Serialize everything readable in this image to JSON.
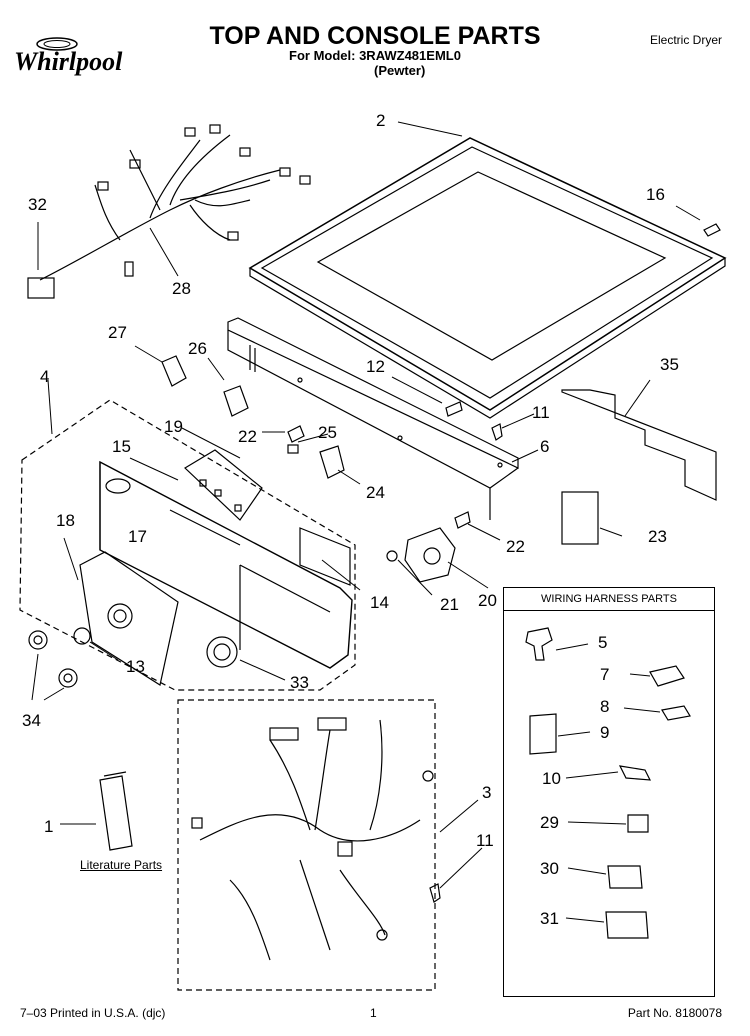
{
  "brand": "Whirlpool",
  "header": {
    "title": "TOP AND CONSOLE PARTS",
    "model": "For Model: 3RAWZ481EML0",
    "variant": "(Pewter)",
    "product_type": "Electric Dryer"
  },
  "callouts": {
    "c1": "1",
    "c2": "2",
    "c3": "3",
    "c4": "4",
    "c5": "5",
    "c6": "6",
    "c7": "7",
    "c8": "8",
    "c9": "9",
    "c10": "10",
    "c11a": "11",
    "c11b": "11",
    "c12": "12",
    "c13": "13",
    "c14": "14",
    "c15": "15",
    "c16": "16",
    "c17": "17",
    "c18": "18",
    "c19": "19",
    "c20": "20",
    "c21": "21",
    "c22a": "22",
    "c22b": "22",
    "c23": "23",
    "c24": "24",
    "c25": "25",
    "c26": "26",
    "c27": "27",
    "c28": "28",
    "c29": "29",
    "c30": "30",
    "c31": "31",
    "c32": "32",
    "c33": "33",
    "c34": "34",
    "c35": "35"
  },
  "literature_label": "Literature Parts",
  "wiring_box_title": "WIRING HARNESS PARTS",
  "footer": {
    "left": "7–03 Printed in U.S.A. (djc)",
    "page": "1",
    "part_no": "Part No. 8180078"
  }
}
